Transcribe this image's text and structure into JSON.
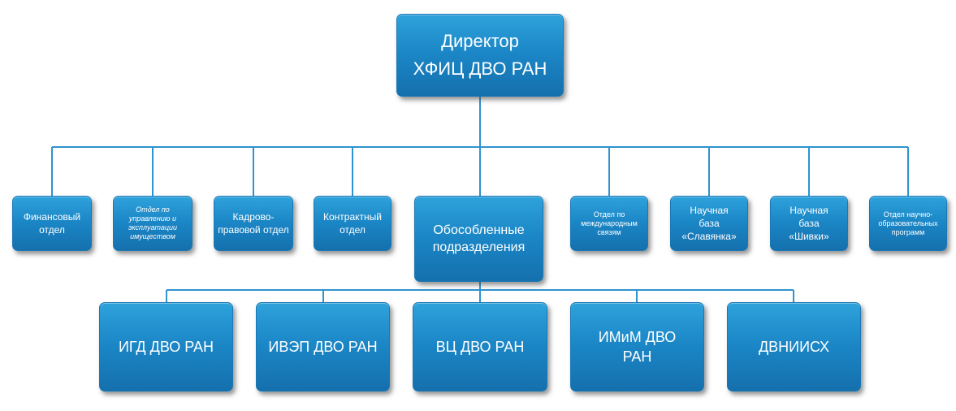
{
  "diagram": {
    "top": {
      "label": "Директор\nХФИЦ ДВО РАН"
    },
    "departments": [
      {
        "label": "Финансовый\nотдел"
      },
      {
        "label": "Отдел по\nуправлению и\nэксплуатации\nимуществом"
      },
      {
        "label": "Кадрово-\nправовой отдел"
      },
      {
        "label": "Контрактный\nотдел"
      },
      {
        "label": "Обособленные\nподразделения"
      },
      {
        "label": "Отдел по\nмеждународным\nсвязям"
      },
      {
        "label": "Научная\nбаза\n«Славянка»"
      },
      {
        "label": "Научная\nбаза\n«Шивки»"
      },
      {
        "label": "Отдел научно-\nобразовательных\nпрограмм"
      }
    ],
    "subdivisions": [
      {
        "label": "ИГД ДВО РАН"
      },
      {
        "label": "ИВЭП ДВО РАН"
      },
      {
        "label": "ВЦ ДВО РАН"
      },
      {
        "label": "ИМиМ ДВО\nРАН"
      },
      {
        "label": "ДВНИИСХ"
      }
    ],
    "colors": {
      "box_light": "#2ea2db",
      "box_dark": "#1570ad",
      "connector": "#2f93cf",
      "text": "#ffffff"
    }
  }
}
